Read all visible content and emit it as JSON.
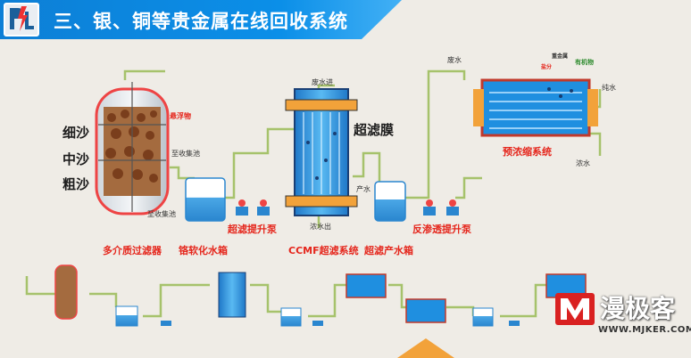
{
  "header": {
    "title": "三、银、铜等贵金属在线回收系统"
  },
  "filter_section": {
    "stage1": "细沙",
    "stage2": "中沙",
    "stage3": "粗沙",
    "float_label": "悬浮物",
    "collect_upper": "至收集池",
    "collect_lower": "至收集池",
    "caption": "多介质过滤器"
  },
  "softener": {
    "caption": "铬软化水箱"
  },
  "uf_pump": {
    "caption": "超滤提升泵"
  },
  "uf_system": {
    "inlet": "废水进",
    "outlet": "浓水出",
    "membrane": "超滤膜",
    "product": "产水",
    "caption_system": "CCMF超滤系统",
    "caption_tank": "超滤产水箱"
  },
  "ro_pump": {
    "caption": "反渗透提升泵"
  },
  "preconc": {
    "waste": "废水",
    "heavy_metal": "重金属",
    "salt": "盐分",
    "organic": "有机物",
    "pure_water": "纯水",
    "conc_water": "浓水",
    "caption": "预浓缩系统"
  },
  "watermark": {
    "brand": "漫极客",
    "url": "WWW.MJKER.COM"
  },
  "colors": {
    "header_blue": "#0b8fe8",
    "caption_red": "#e5261c",
    "pipe_green": "#a6c26b",
    "vessel_blue": "#1f8fe0",
    "vessel_orange": "#f2a23a"
  }
}
